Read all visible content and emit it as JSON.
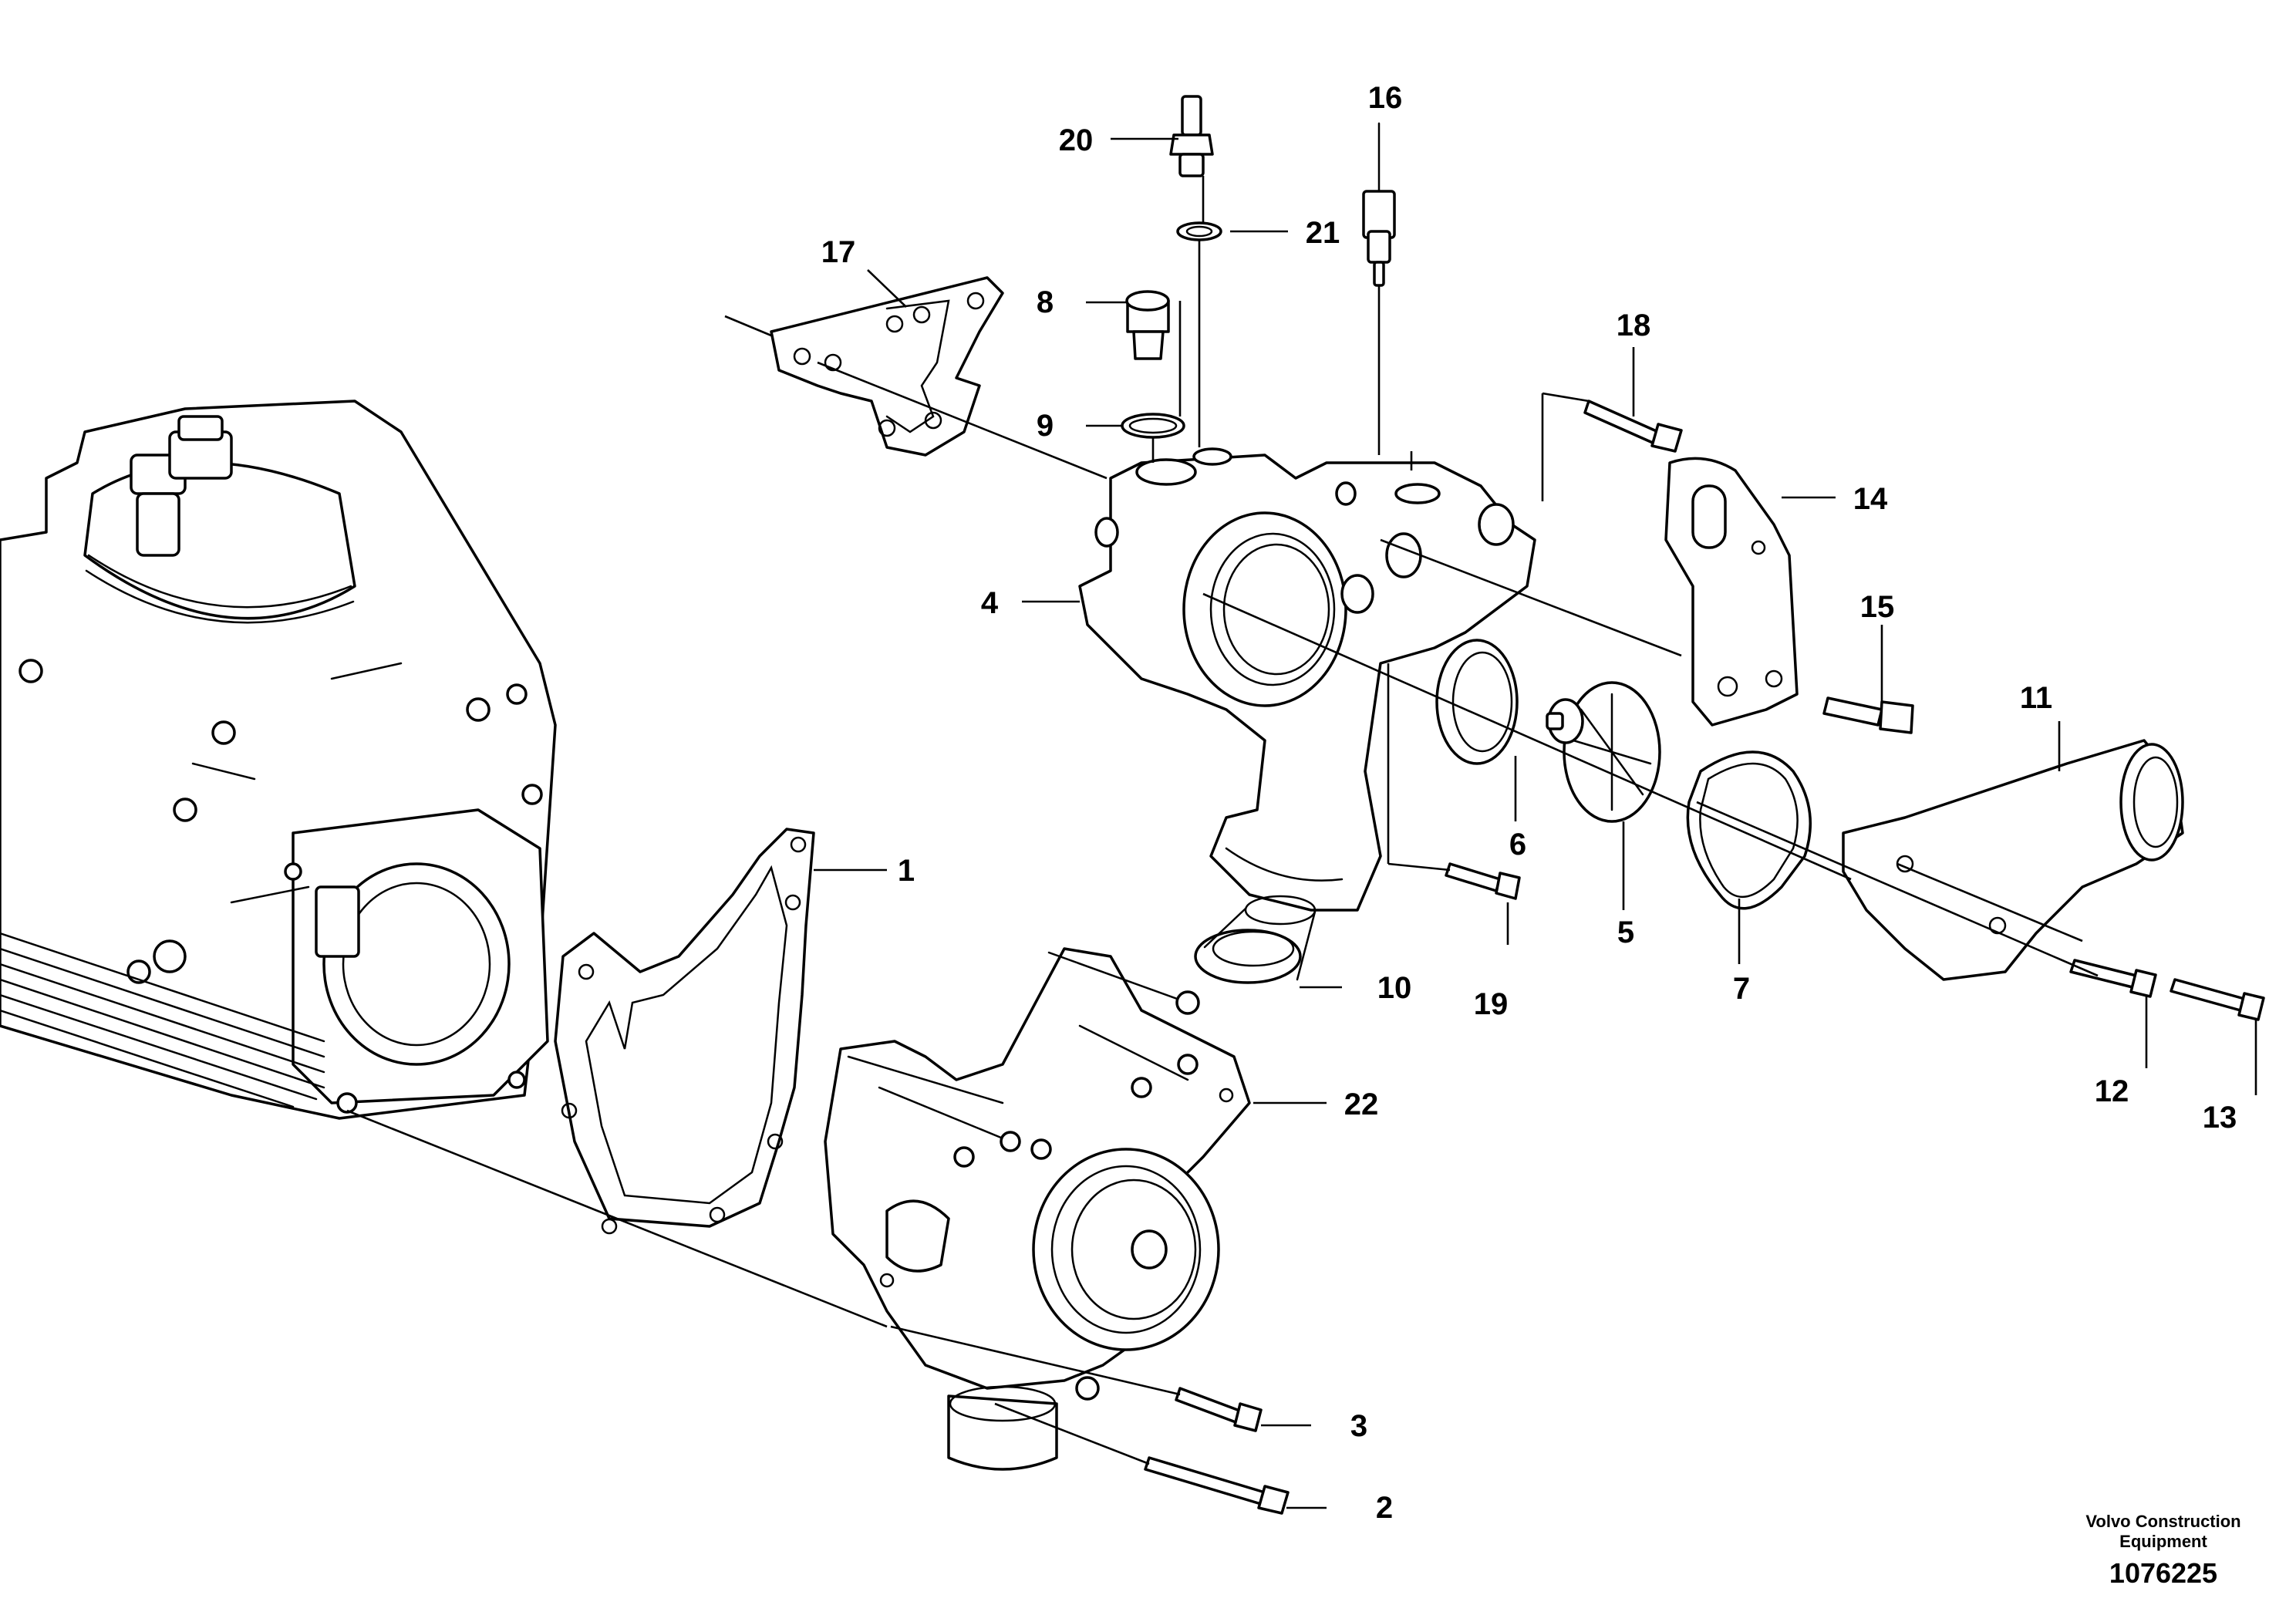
{
  "diagram": {
    "callouts": [
      {
        "id": "c1",
        "label": "1"
      },
      {
        "id": "c2",
        "label": "2"
      },
      {
        "id": "c3",
        "label": "3"
      },
      {
        "id": "c4",
        "label": "4"
      },
      {
        "id": "c5",
        "label": "5"
      },
      {
        "id": "c6",
        "label": "6"
      },
      {
        "id": "c7",
        "label": "7"
      },
      {
        "id": "c8",
        "label": "8"
      },
      {
        "id": "c9",
        "label": "9"
      },
      {
        "id": "c10",
        "label": "10"
      },
      {
        "id": "c11",
        "label": "11"
      },
      {
        "id": "c12",
        "label": "12"
      },
      {
        "id": "c13",
        "label": "13"
      },
      {
        "id": "c14",
        "label": "14"
      },
      {
        "id": "c15",
        "label": "15"
      },
      {
        "id": "c16",
        "label": "16"
      },
      {
        "id": "c17",
        "label": "17"
      },
      {
        "id": "c18",
        "label": "18"
      },
      {
        "id": "c19",
        "label": "19"
      },
      {
        "id": "c20",
        "label": "20"
      },
      {
        "id": "c21",
        "label": "21"
      },
      {
        "id": "c22",
        "label": "22"
      }
    ]
  },
  "footer": {
    "company_line1": "Volvo Construction",
    "company_line2": "Equipment",
    "drawing_number": "1076225"
  }
}
